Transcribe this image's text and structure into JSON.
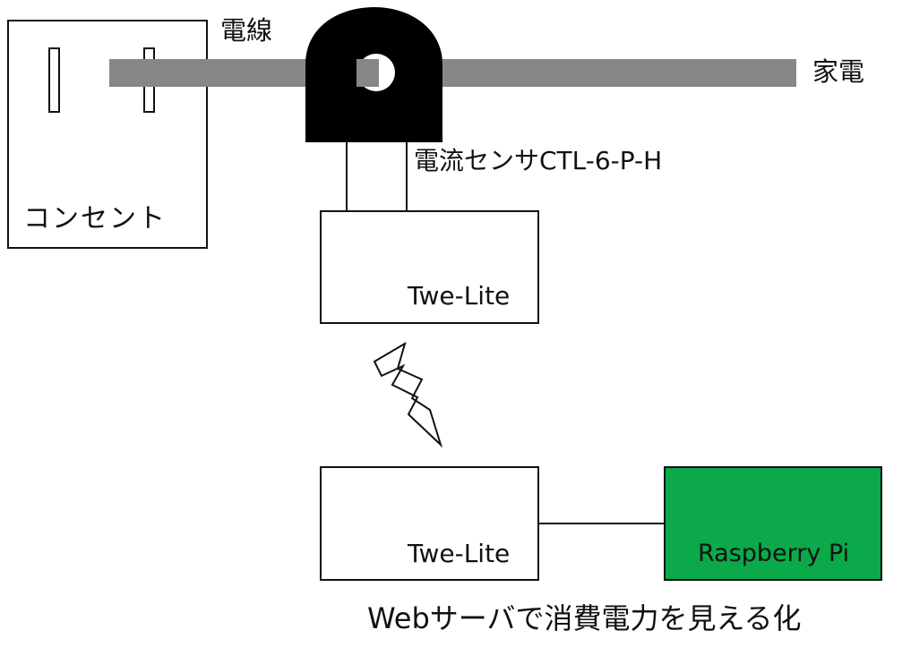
{
  "labels": {
    "outlet": "コンセント",
    "wire": "電線",
    "appliance": "家電",
    "sensor": "電流センサCTL-6-P-H",
    "twelite_tx": "Twe-Lite",
    "twelite_rx": "Twe-Lite",
    "raspberry_pi": "Raspberry Pi",
    "caption": "Webサーバで消費電力を見える化"
  },
  "colors": {
    "wire": "#878787",
    "sensor": "#000000",
    "raspberry_pi": "#0ba94a",
    "stroke": "#111111",
    "background": "#ffffff"
  },
  "icons": {
    "wireless": "lightning-bolt-icon"
  }
}
